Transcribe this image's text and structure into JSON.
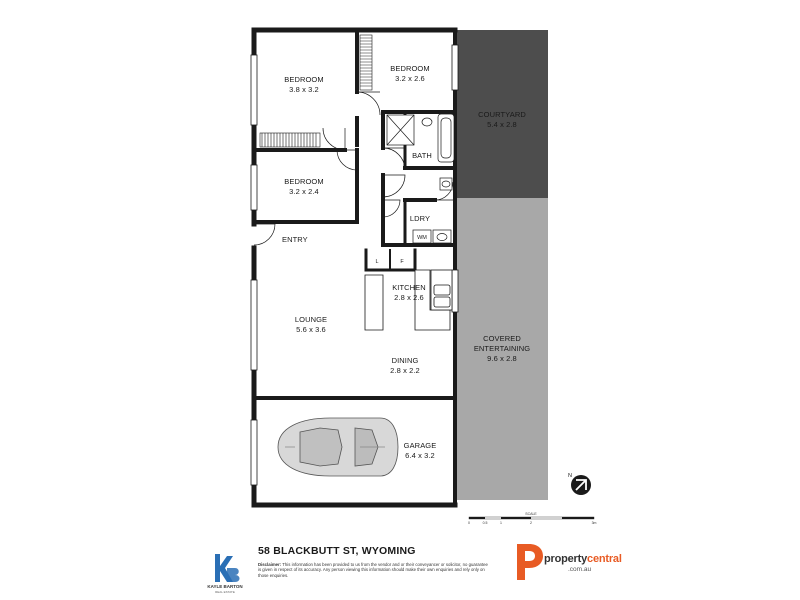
{
  "rooms": {
    "bedroom1": {
      "name": "BEDROOM",
      "size": "3.8 x 3.2"
    },
    "bedroom2": {
      "name": "BEDROOM",
      "size": "3.2 x 2.6"
    },
    "bedroom3": {
      "name": "BEDROOM",
      "size": "3.2 x 2.4"
    },
    "courtyard": {
      "name": "COURTYARD",
      "size": "5.4 x 2.8"
    },
    "bath": {
      "name": "BATH"
    },
    "ldry": {
      "name": "LDRY"
    },
    "entry": {
      "name": "ENTRY"
    },
    "kitchen": {
      "name": "KITCHEN",
      "size": "2.8 x 2.6"
    },
    "lounge": {
      "name": "LOUNGE",
      "size": "5.6 x 3.6"
    },
    "dining": {
      "name": "DINING",
      "size": "2.8 x 2.2"
    },
    "covered": {
      "name1": "COVERED",
      "name2": "ENTERTAINING",
      "size": "9.6 x 2.8"
    },
    "garage": {
      "name": "GARAGE",
      "size": "6.4 x 3.2"
    }
  },
  "fixtures": {
    "wm": "WM",
    "l": "L",
    "f": "F"
  },
  "compass": {
    "label": "N"
  },
  "scale": {
    "title": "SCALE",
    "ticks": [
      "0",
      "0.5",
      "1",
      "2",
      "3m"
    ]
  },
  "address": "58 BLACKBUTT ST, WYOMING",
  "disclaimer": {
    "label": "Disclaimer:",
    "text": "This information has been provided to us from the vendor and or their conveyancer or solicitor, no guarantee is given in respect of its accuracy. Any person viewing this information should make their own enquiries and rely only on those enquiries."
  },
  "agent": {
    "name": "KAYLE BARTON",
    "sub": "REAL ESTATE"
  },
  "brand": {
    "word_a": "property",
    "word_b": "central",
    "domain": ".com.au"
  },
  "colors": {
    "courtyard": "#4d4d4d",
    "covered": "#a8a8a8",
    "wall": "#1a1a1a",
    "accent": "#e85b24",
    "kb_blue": "#2a6fb5"
  }
}
